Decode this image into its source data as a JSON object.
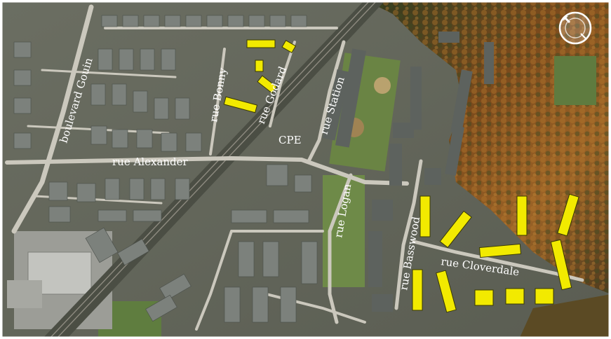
{
  "map": {
    "street_labels": {
      "boulevard_gouin": "boulevard Gouin",
      "rue_bonny": "rue Bonny",
      "rue_godard": "rue Godard",
      "rue_station": "rue Station",
      "rue_alexander": "rue Alexander",
      "rue_logan": "rue Logan",
      "rue_basswood": "rue Basswood",
      "rue_cloverdale": "rue Cloverdale"
    },
    "place_labels": {
      "cpe": "CPE"
    },
    "compass_icon": "compass-rose-icon",
    "colors": {
      "highlight_building": "#f2ea00",
      "forest_autumn": "#8a5a22",
      "grass": "#6d8a4a",
      "road": "#c9c6bb",
      "label_text": "#ffffff"
    }
  }
}
